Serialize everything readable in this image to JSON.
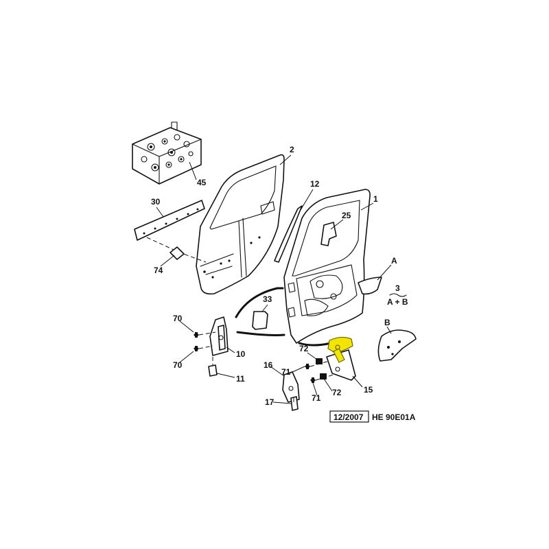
{
  "diagram": {
    "callouts": {
      "c2": "2",
      "c12": "12",
      "c1": "1",
      "c25": "25",
      "c45": "45",
      "c30": "30",
      "c74": "74",
      "cA": "A",
      "cB": "B",
      "c3": "3",
      "c3sub": "A + B",
      "c33": "33",
      "c70a": "70",
      "c70b": "70",
      "c10": "10",
      "c11": "11",
      "c16": "16",
      "c17": "17",
      "c71a": "71",
      "c71b": "71",
      "c72a": "72",
      "c72b": "72",
      "c15": "15"
    },
    "highlight_color": "#f2e600",
    "footer": {
      "date": "12/2007",
      "reference": "HE 90E01A"
    }
  }
}
